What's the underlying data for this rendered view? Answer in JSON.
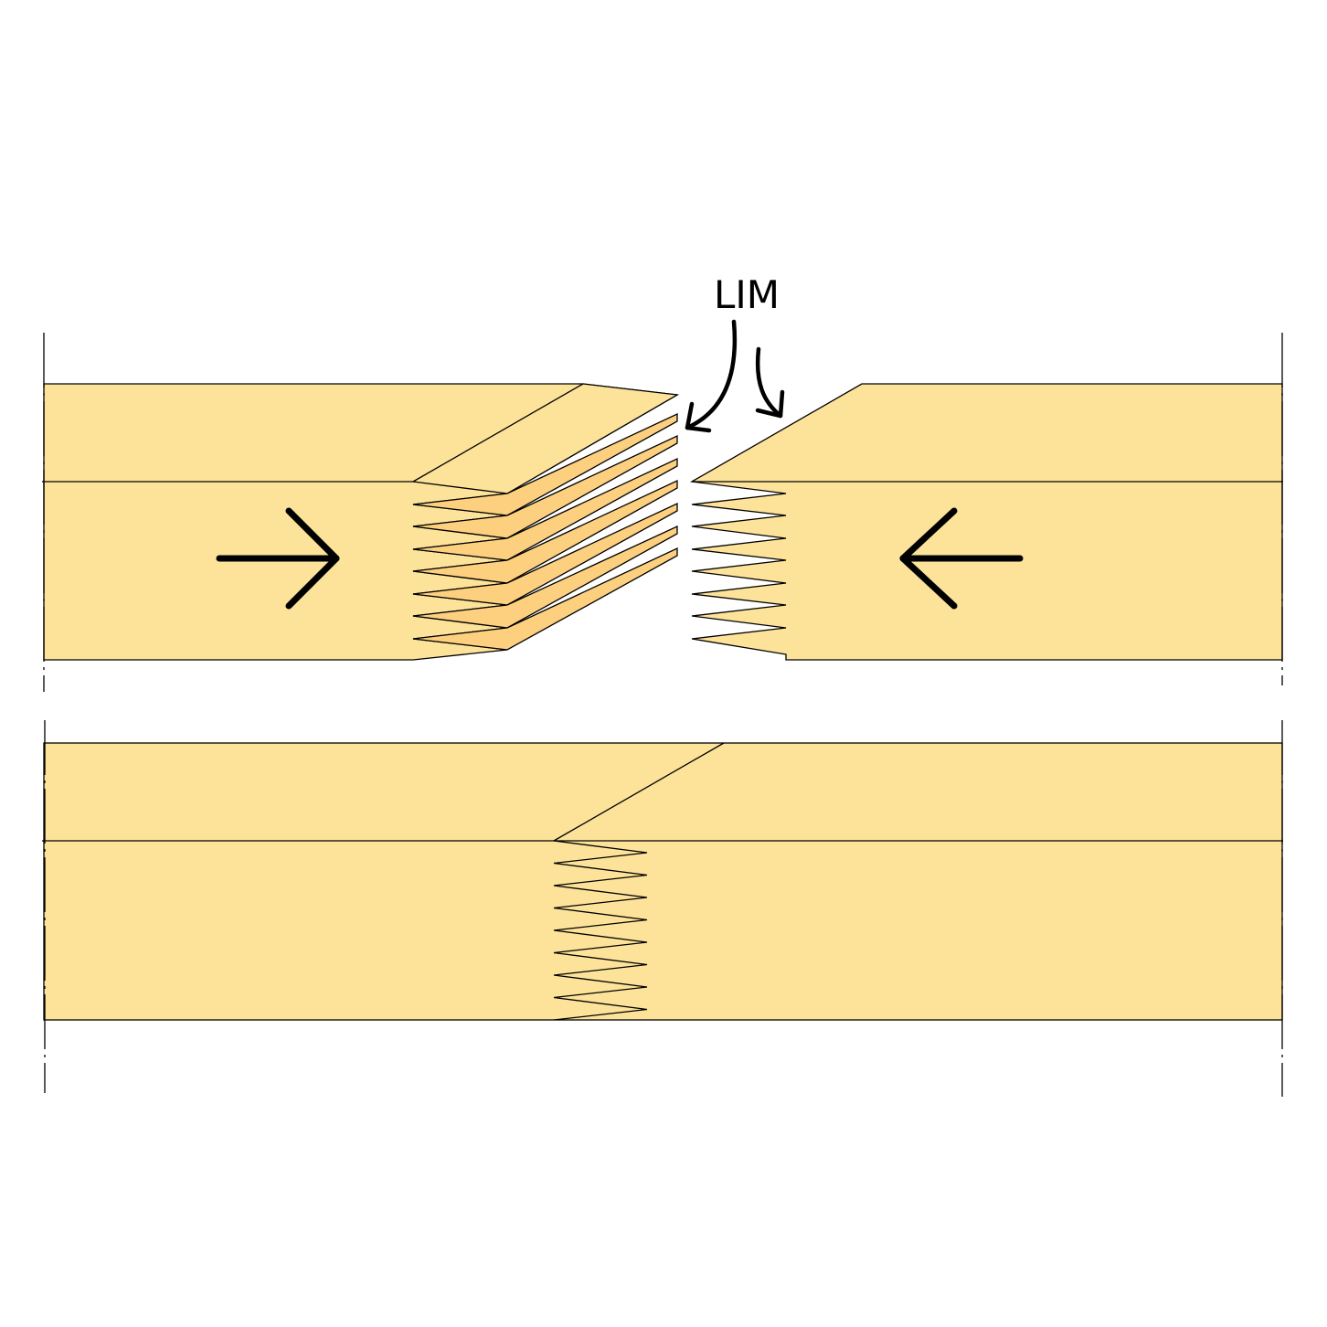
{
  "diagram": {
    "label": "LIM",
    "colors": {
      "wood": "#FDE39A",
      "glue": "#FDD080",
      "outline": "#000000",
      "background": "#FFFFFF"
    },
    "parts": {
      "top": [
        "left-board-with-glued-fingers",
        "right-board-with-fingers"
      ],
      "bottom": [
        "joined-board"
      ]
    },
    "press_direction": [
      "arrow-right",
      "arrow-left"
    ]
  }
}
